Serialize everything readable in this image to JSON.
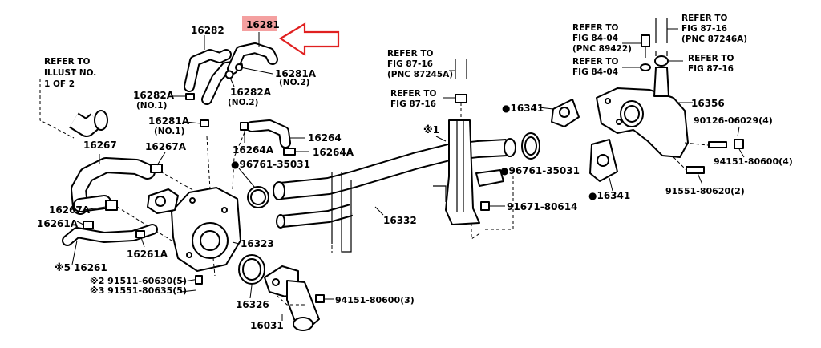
{
  "diagram": {
    "highlight_color": "#f4a0a0",
    "arrow_color": "#e02020",
    "labels": {
      "p16281": "16281",
      "p16282": "16282",
      "p16281a_no2": "16281A",
      "p16281a_no2_sub": "(NO.2)",
      "p16282a_no2": "16282A",
      "p16282a_no2_sub": "(NO.2)",
      "p16282a_no1": "16282A",
      "p16282a_no1_sub": "(NO.1)",
      "p16281a_no1": "16281A",
      "p16281a_no1_sub": "(NO.1)",
      "refer_illust_1": "REFER TO",
      "refer_illust_2": "ILLUST NO.",
      "refer_illust_3": "1 OF 2",
      "p16267": "16267",
      "p16267a_top": "16267A",
      "p16267a_bot": "16267A",
      "p16261a_left": "16261A",
      "p16261a_mid": "16261A",
      "p16261": "16261",
      "p16261_mark": "※5",
      "p16264": "16264",
      "p16264a_a": "16264A",
      "p16264a_b": "16264A",
      "p96761_left": "●96761-35031",
      "p16323": "16323",
      "n2_bolt": "※2 91511-60630(5)",
      "n3_bolt": "※3 91551-80635(5)",
      "p16326": "16326",
      "p16031": "16031",
      "p94151_bottom": "94151-80600(3)",
      "p16332": "16332",
      "mark_1": "※1",
      "refer_87_16_a_1": "REFER TO",
      "refer_87_16_a_2": "FIG 87-16",
      "refer_87_16_a_3": "(PNC 87245A)",
      "refer_87_16_b_1": "REFER TO",
      "refer_87_16_b_2": "FIG 87-16",
      "p96761_right": "●96761-35031",
      "p91671": "91671-80614",
      "p16341_top": "●16341",
      "p16341_bot": "●16341",
      "p16356": "16356",
      "refer_84_04_a_1": "REFER TO",
      "refer_84_04_a_2": "FIG 84-04",
      "refer_84_04_a_3": "(PNC 89422)",
      "refer_84_04_b_1": "REFER TO",
      "refer_84_04_b_2": "FIG 84-04",
      "refer_87_16_c_1": "REFER TO",
      "refer_87_16_c_2": "FIG 87-16",
      "refer_87_16_c_3": "(PNC 87246A)",
      "refer_87_16_d_1": "REFER TO",
      "refer_87_16_d_2": "FIG 87-16",
      "p90126": "90126-06029(4)",
      "p94151_right": "94151-80600(4)",
      "p91551": "91551-80620(2)"
    }
  }
}
